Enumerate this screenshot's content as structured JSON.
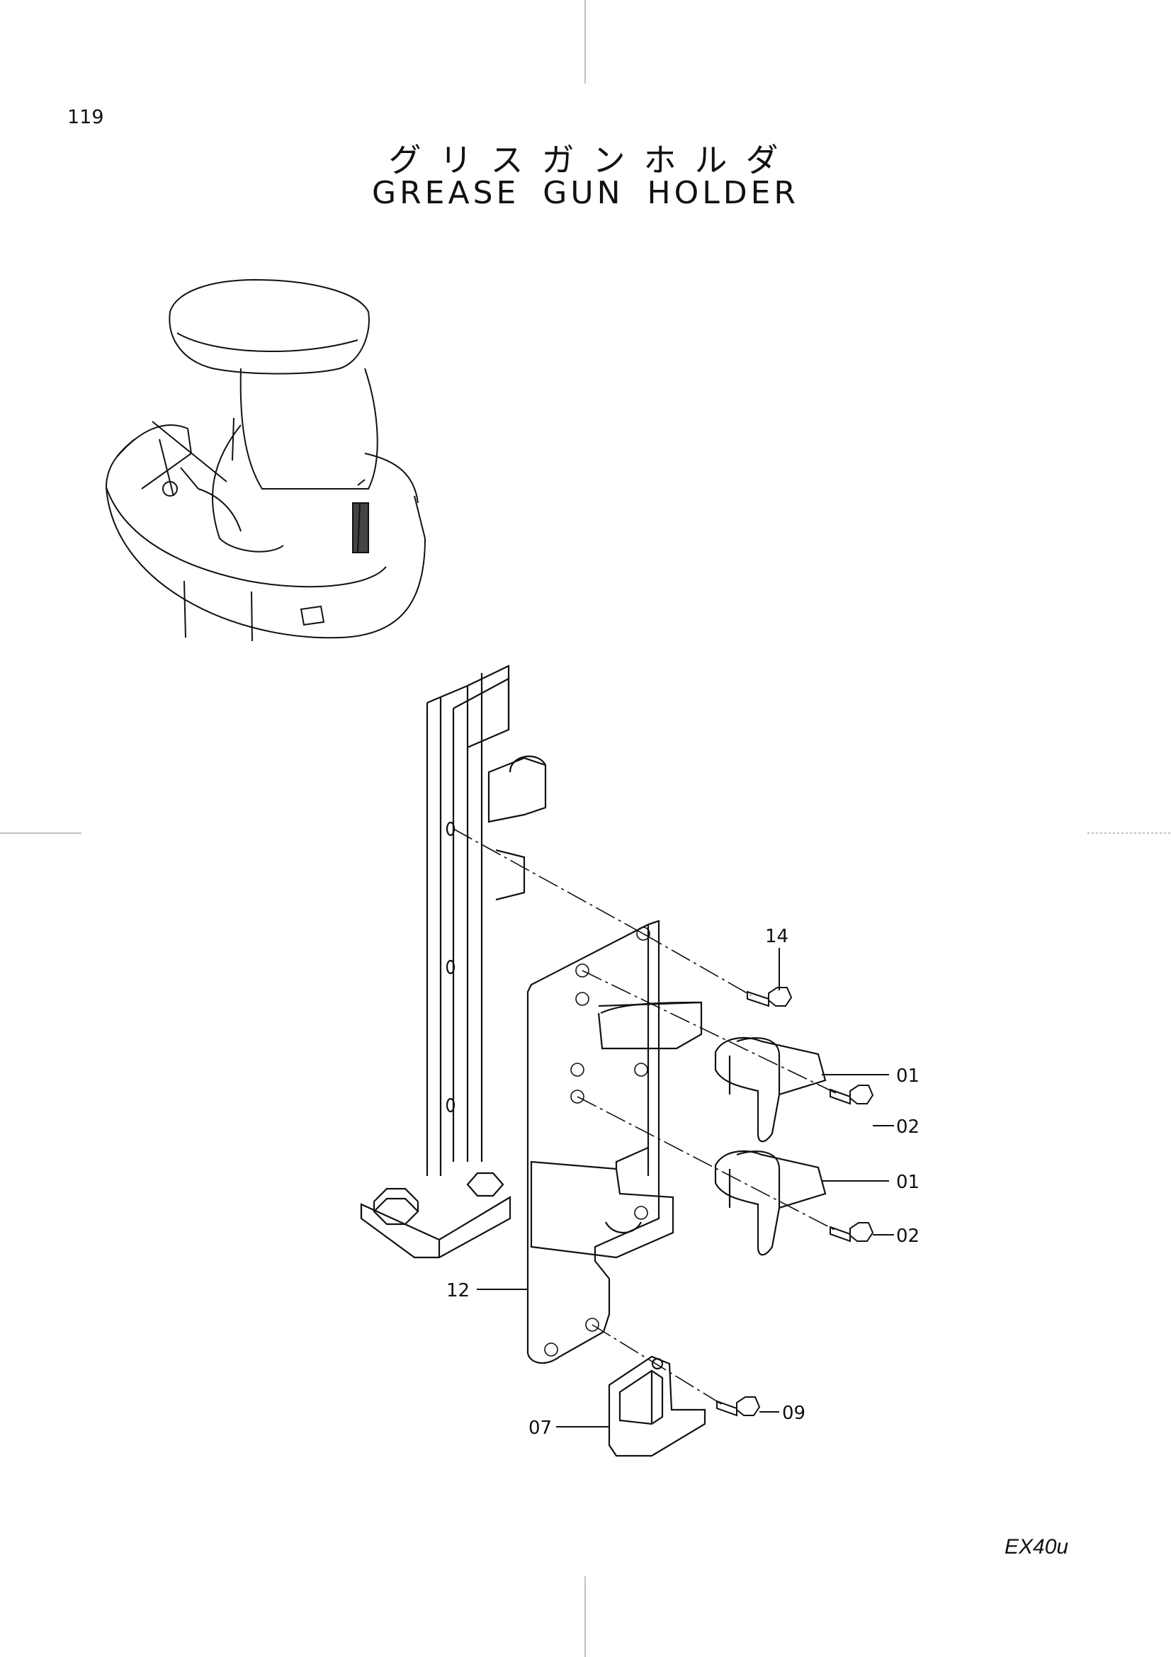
{
  "page": {
    "number": "119",
    "title_jp": "グリスガンホルダ",
    "title_en": "GREASE GUN HOLDER",
    "model": "EX40u"
  },
  "callouts": [
    {
      "id": "c14",
      "label": "14"
    },
    {
      "id": "c01a",
      "label": "01"
    },
    {
      "id": "c02a",
      "label": "02"
    },
    {
      "id": "c01b",
      "label": "01"
    },
    {
      "id": "c02b",
      "label": "02"
    },
    {
      "id": "c12",
      "label": "12"
    },
    {
      "id": "c07",
      "label": "07"
    },
    {
      "id": "c09",
      "label": "09"
    }
  ],
  "colors": {
    "line": "#111111",
    "background": "#ffffff",
    "shade": "#444444"
  }
}
